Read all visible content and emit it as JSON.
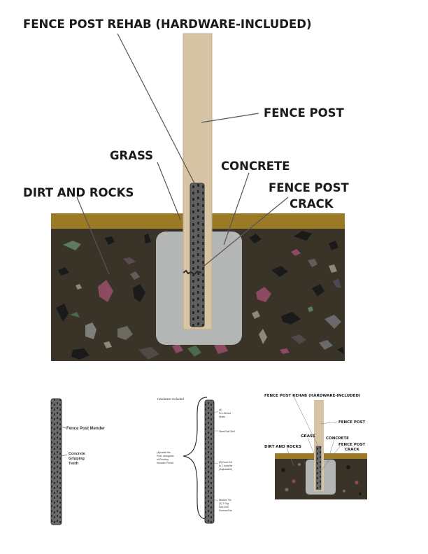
{
  "main": {
    "title": "FENCE POST REHAB (HARDWARE-INCLUDED)",
    "fence_post": "FENCE POST",
    "grass": "GRASS",
    "concrete": "CONCRETE",
    "crack_line1": "FENCE POST",
    "crack_line2": "CRACK",
    "dirt": "DIRT AND ROCKS"
  },
  "thumb1": {
    "mender": "Fence Post Mender",
    "teeth_line1": "Concrete",
    "teeth_line2": "Gripping",
    "teeth_line3": "Teeth"
  },
  "thumb2": {
    "header": "Hardware Included",
    "hw1_line1": "(4)",
    "hw1_line2": "Pre-Drilled",
    "hw1_line3": "Holes",
    "hw2": "Steel/Self-Drill",
    "left_line1": "(4)Install the",
    "left_line2": "Post, alongside",
    "left_line3": "of Existing",
    "left_line4": "Wooden Fence",
    "hw3_line1": "(2)Cinch Kit",
    "hw3_line2": "to 2 bolts/tie",
    "hw3_line3": "(Adjustable)",
    "hw4_line1": "Marked Tie",
    "hw4_line2": "(2) 2 Stg",
    "hw4_line3": "Self-Drill",
    "hw4_line4": "Screws/Gal"
  },
  "thumb3": {
    "title": "FENCE POST REHAB (HARDWARE-INCLUDED)",
    "fence_post": "FENCE POST",
    "grass": "GRASS",
    "concrete": "CONCRETE",
    "crack_line1": "FENCE POST",
    "crack_line2": "CRACK",
    "dirt": "DIRT AND ROCKS"
  },
  "colors": {
    "grass": "#9a7a24",
    "dirt": "#3a3428",
    "concrete": "#b4b5b5",
    "post": "#d6c4a4",
    "mender": "#5d5d5d"
  }
}
